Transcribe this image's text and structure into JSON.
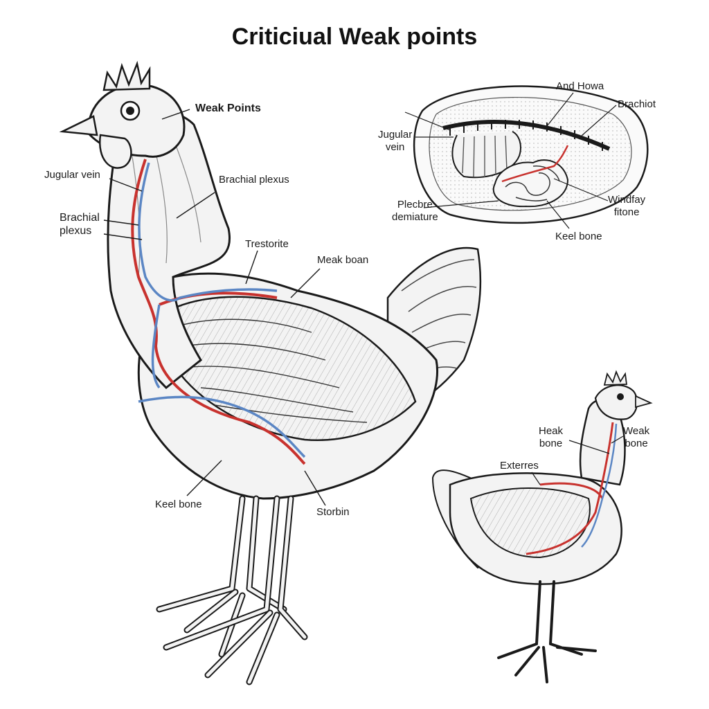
{
  "title": "Criticiual Weak points",
  "colors": {
    "artery": "#c8322e",
    "vein": "#5b86c4",
    "ink": "#1a1a1a",
    "feather_fill": "#f2f2f2"
  },
  "main_chicken_labels": {
    "weak_points": "Weak Points",
    "jugular_vein": "Jugular vein",
    "brachial_plexus_right": "Brachial plexus",
    "brachial_plexus_left_1": "Brachial",
    "brachial_plexus_left_2": "plexus",
    "trestorite": "Trestorite",
    "meak_boan": "Meak boan",
    "keel_bone": "Keel bone",
    "storbin": "Storbin"
  },
  "inset_labels": {
    "and_howa": "And Howa",
    "brachiot": "Brachiot",
    "jugular_1": "Jugular",
    "jugular_2": "vein",
    "plecbre_1": "Plecbre",
    "plecbre_2": "demiature",
    "windfay_1": "Windfay",
    "windfay_2": "fitone",
    "keel_bone": "Keel bone"
  },
  "small_chicken_labels": {
    "heak_1": "Heak",
    "heak_2": "bone",
    "weak_1": "Weak",
    "weak_2": "bone",
    "exterres": "Exterres"
  }
}
